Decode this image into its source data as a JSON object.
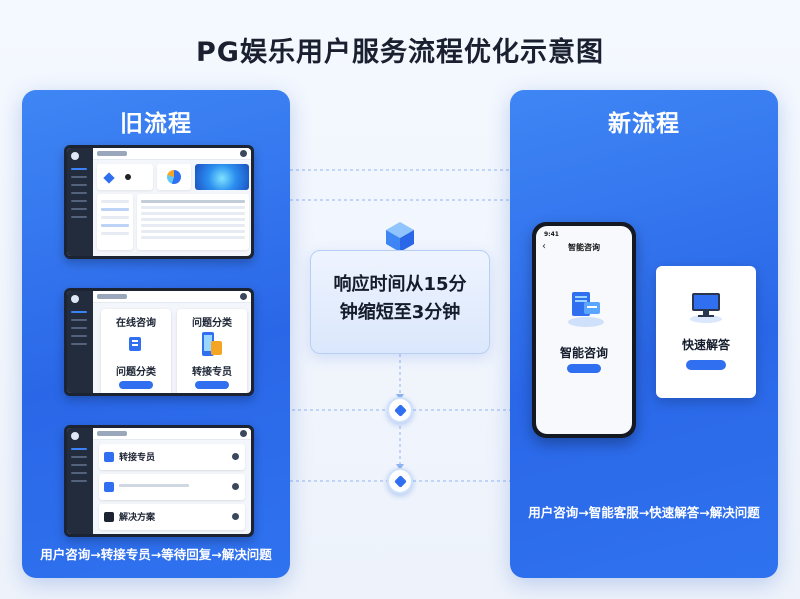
{
  "title": "PG娱乐用户服务流程优化示意图",
  "old_flow": {
    "title": "旧流程",
    "screen2": {
      "card_left_top": "在线咨询",
      "card_left_bottom": "问题分类",
      "card_right_top": "问题分类",
      "card_right_bottom": "转接专员"
    },
    "screen3": {
      "item1": "转接专员",
      "item3": "解决方案"
    },
    "footer": "用户咨询→转接专员→等待回复→解决问题"
  },
  "center": {
    "line1": "响应时间从15分",
    "line2": "钟缩短至3分钟"
  },
  "new_flow": {
    "title": "新流程",
    "phone_time": "9:41",
    "phone_back": "‹",
    "phone_title": "智能咨询",
    "phone_label": "智能咨询",
    "fast_label": "快速解答",
    "footer": "用户咨询→智能客服→快速解答→解决问题"
  },
  "colors": {
    "panel_blue": "#2f6ff0",
    "line_color": "#8fb3f2"
  },
  "icons": [
    "cube-icon",
    "diamond-node-icon",
    "document-stack-icon",
    "monitor-icon"
  ]
}
